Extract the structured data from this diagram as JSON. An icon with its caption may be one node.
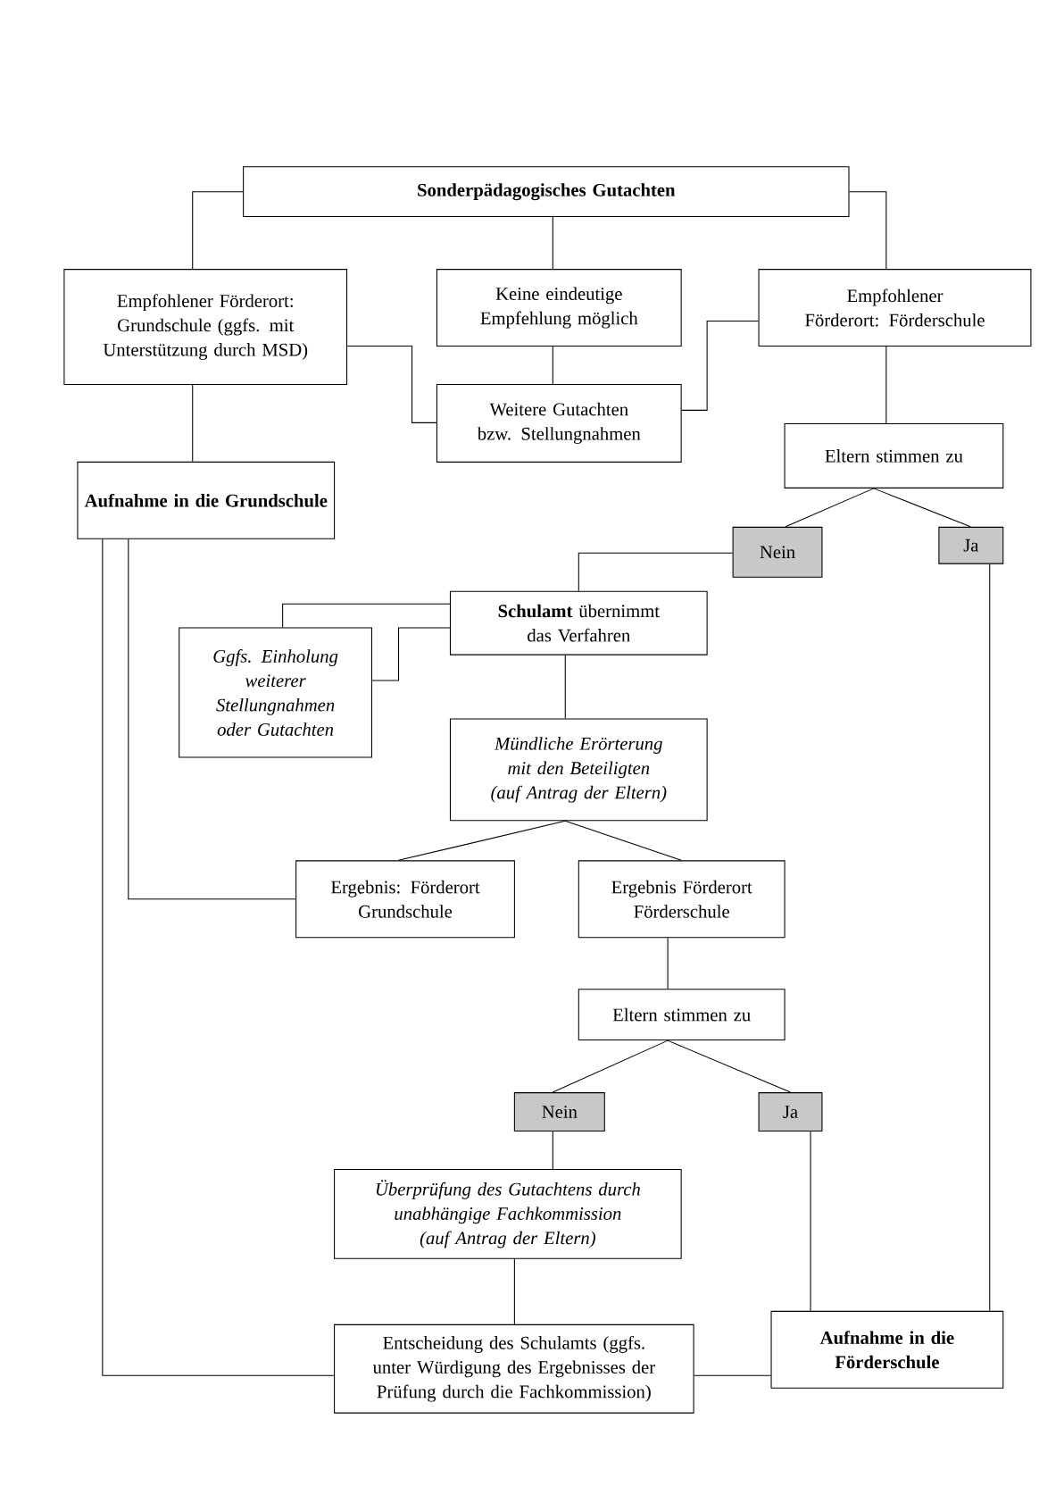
{
  "diagram": {
    "nodes": [
      {
        "text": [
          "Sonderpädagogisches Gutachten"
        ]
      },
      {
        "text": [
          "Empfohlener Förderort: Grundschule (ggfs. mit Unterstützung durch MSD)"
        ]
      },
      {
        "text": [
          "Keine eindeutige Empfehlung möglich"
        ]
      },
      {
        "text": [
          "Empfohlener Förderort: Förderschule"
        ]
      },
      {
        "text": [
          "Weitere Gutachten bzw. Stellungnahmen"
        ]
      },
      {
        "text": [
          "Aufnahme in die Grundschule"
        ]
      },
      {
        "text": [
          "Eltern stimmen zu"
        ]
      },
      {
        "text": [
          "Nein"
        ]
      },
      {
        "text": [
          "Ja"
        ]
      },
      {
        "text": [
          "**Schulamt** übernimmt das Verfahren"
        ]
      },
      {
        "text": [
          "Ggfs. Einholung weiterer Stellungnahmen oder Gutachten"
        ]
      },
      {
        "text": [
          "Mündliche Erörterung mit den Beteiligten (auf Antrag der Eltern)"
        ]
      },
      {
        "text": [
          "Ergebnis: Förderort Grundschule"
        ]
      },
      {
        "text": [
          "Ergebnis Förderort Förderschule"
        ]
      },
      {
        "text": [
          "Eltern stimmen zu"
        ]
      },
      {
        "text": [
          "Nein"
        ]
      },
      {
        "text": [
          "Ja"
        ]
      },
      {
        "text": [
          "Überprüfung des Gutachtens durch unabhängige Fachkommission (auf Antrag der Eltern)"
        ]
      },
      {
        "text": [
          "Entscheidung des Schulamts (ggfs. unter Würdigung des Ergebnisses der Prüfung durch die Fachkommission)"
        ]
      },
      {
        "text": [
          "Aufnahme in die Förderschule"
        ]
      }
    ],
    "edges": [
      {
        "from": 0,
        "to": 1,
        "arrow": "none"
      },
      {
        "from": 0,
        "to": 2,
        "arrow": "none"
      },
      {
        "from": 0,
        "to": 3,
        "arrow": "none"
      },
      {
        "from": 1,
        "to": 4,
        "arrow": "none"
      },
      {
        "from": 2,
        "to": 4,
        "arrow": "none"
      },
      {
        "from": 4,
        "to": 3,
        "arrow": "none"
      },
      {
        "from": 1,
        "to": 5,
        "arrow": "none"
      },
      {
        "from": 3,
        "to": 6,
        "arrow": "none"
      },
      {
        "from": 6,
        "to": 7,
        "arrow": "none"
      },
      {
        "from": 6,
        "to": 8,
        "arrow": "none"
      },
      {
        "from": 7,
        "to": 9,
        "arrow": "none"
      },
      {
        "from": 9,
        "to": 10,
        "arrow": "none"
      },
      {
        "from": 9,
        "to": 10,
        "arrow": "none"
      },
      {
        "from": 9,
        "to": 11,
        "arrow": "none"
      },
      {
        "from": 11,
        "to": 12,
        "arrow": "none"
      },
      {
        "from": 11,
        "to": 13,
        "arrow": "none"
      },
      {
        "from": 5,
        "to": 12,
        "arrow": "none"
      },
      {
        "from": 5,
        "to": 18,
        "arrow": "none"
      },
      {
        "from": 13,
        "to": 14,
        "arrow": "none"
      },
      {
        "from": 14,
        "to": 15,
        "arrow": "none"
      },
      {
        "from": 14,
        "to": 16,
        "arrow": "none"
      },
      {
        "from": 15,
        "to": 17,
        "arrow": "none"
      },
      {
        "from": 16,
        "to": 19,
        "arrow": "none"
      },
      {
        "from": 8,
        "to": 19,
        "arrow": "none"
      },
      {
        "from": 17,
        "to": 18,
        "arrow": "none"
      },
      {
        "from": 18,
        "to": 19,
        "arrow": "none"
      }
    ]
  }
}
